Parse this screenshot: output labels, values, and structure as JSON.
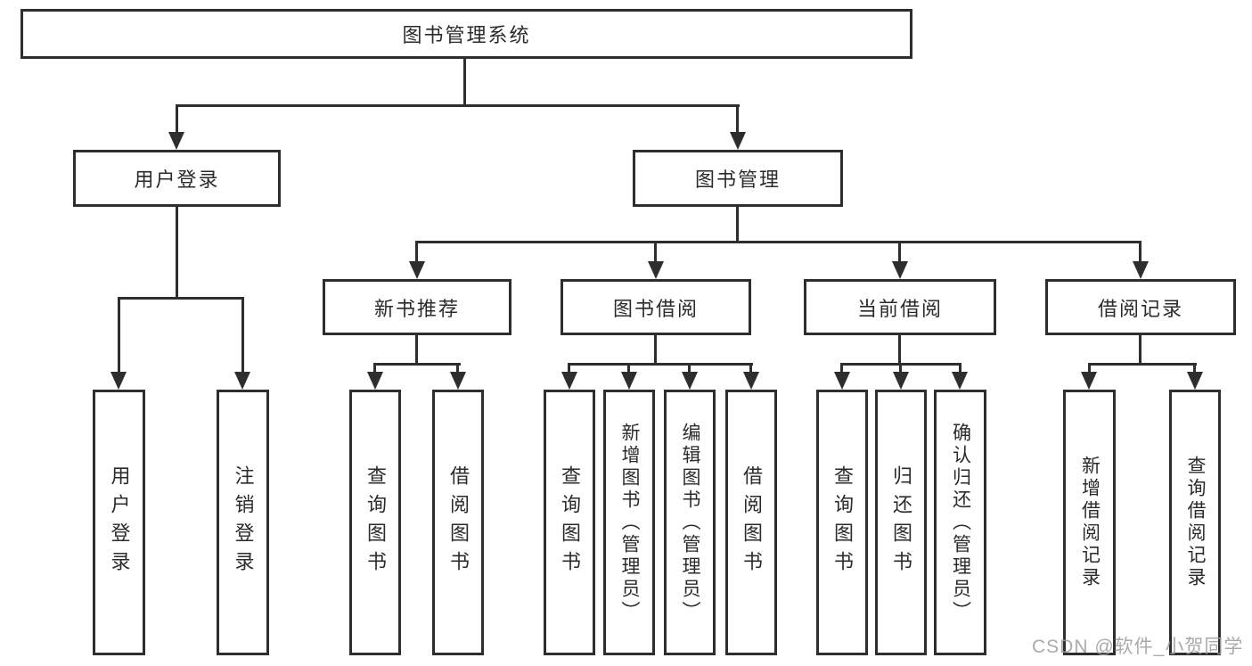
{
  "diagram": {
    "title_node": {
      "label": "图书管理系统"
    },
    "level2": {
      "user_login": {
        "label": "用户登录"
      },
      "book_mgmt": {
        "label": "图书管理"
      }
    },
    "level3": {
      "new_book_rec": {
        "label": "新书推荐"
      },
      "book_borrow": {
        "label": "图书借阅"
      },
      "current_borrow": {
        "label": "当前借阅"
      },
      "borrow_records": {
        "label": "借阅记录"
      }
    },
    "leaves": {
      "user_login": {
        "label": "用户登录"
      },
      "logout": {
        "label": "注销登录"
      },
      "newbook_query": {
        "label": "查询图书"
      },
      "newbook_borrow": {
        "label": "借阅图书"
      },
      "borrow_query": {
        "label": "查询图书"
      },
      "borrow_add": {
        "label": "新增图书（管理员）"
      },
      "borrow_edit": {
        "label": "编辑图书（管理员）"
      },
      "borrow_borrow": {
        "label": "借阅图书"
      },
      "current_query": {
        "label": "查询图书"
      },
      "current_return": {
        "label": "归还图书"
      },
      "current_confirm": {
        "label": "确认归还（管理员）"
      },
      "records_add": {
        "label": "新增借阅记录"
      },
      "records_query": {
        "label": "查询借阅记录"
      }
    },
    "colors": {
      "line": "#2e2e2e",
      "box_border": "#2e2e2e",
      "text": "#2b2b2b",
      "background": "#ffffff",
      "watermark": "#9e9e9e"
    }
  },
  "watermark": {
    "text": "CSDN @软件_小贺同学"
  }
}
